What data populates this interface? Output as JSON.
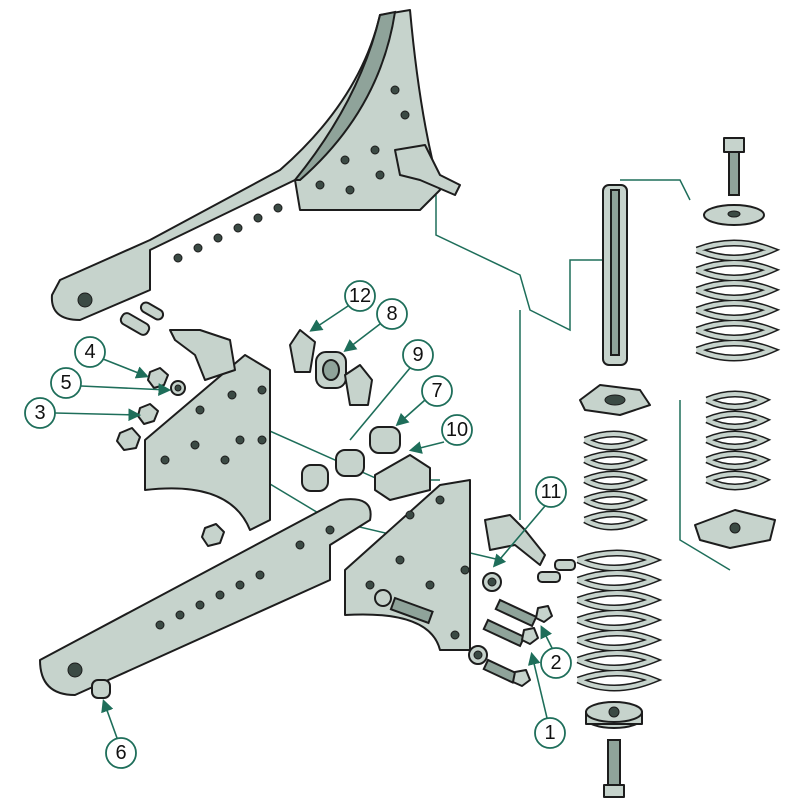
{
  "diagram": {
    "colors": {
      "part": "#c6d3cc",
      "callout": "#1e6e5a",
      "outline": "#1d1d1d"
    },
    "callouts": [
      {
        "label": "1"
      },
      {
        "label": "2"
      },
      {
        "label": "3"
      },
      {
        "label": "4"
      },
      {
        "label": "5"
      },
      {
        "label": "6"
      },
      {
        "label": "7"
      },
      {
        "label": "8"
      },
      {
        "label": "9"
      },
      {
        "label": "10"
      },
      {
        "label": "11"
      },
      {
        "label": "12"
      }
    ]
  }
}
